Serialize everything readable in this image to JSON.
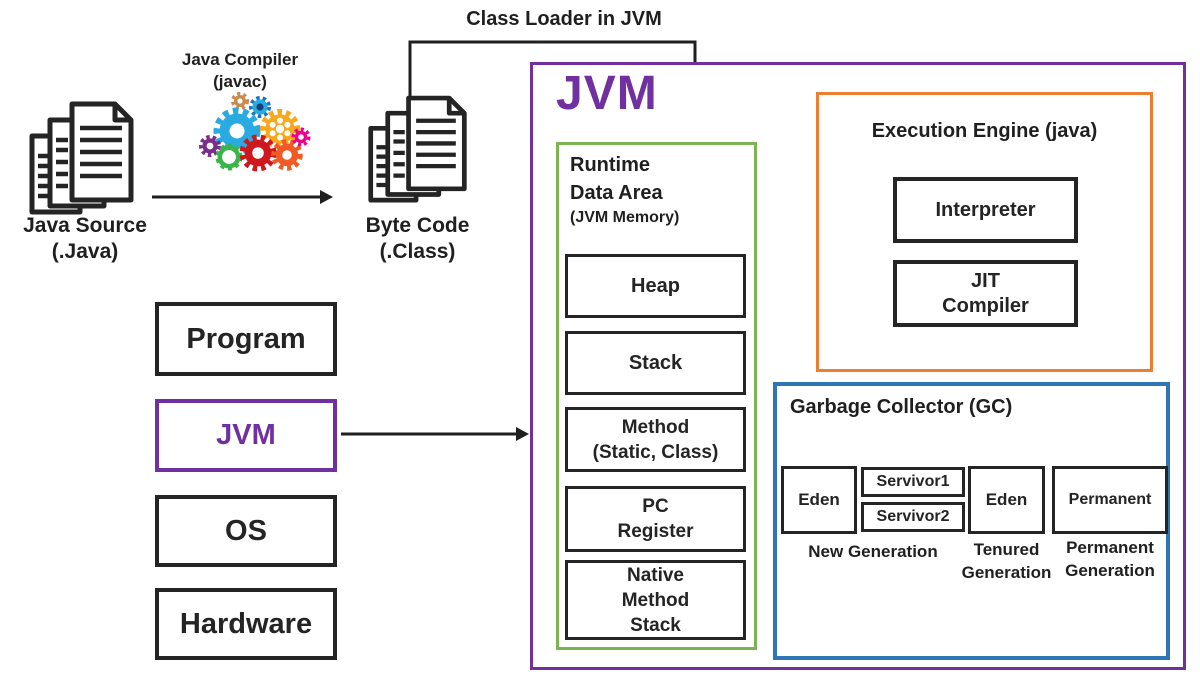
{
  "colors": {
    "purple": "#7030A0",
    "green": "#7CB454",
    "orange": "#ED7D31",
    "blue": "#2E75B6",
    "ink": "#1f1f1f"
  },
  "class_loader": {
    "label": "Class Loader in JVM"
  },
  "pipeline": {
    "java_source": {
      "name": "Java Source",
      "ext": "(.Java)"
    },
    "compiler": {
      "name": "Java Compiler",
      "ext": "(javac)"
    },
    "byte_code": {
      "name": "Byte Code",
      "ext": "(.Class)"
    }
  },
  "layers": {
    "items": [
      {
        "label": "Program"
      },
      {
        "label": "JVM"
      },
      {
        "label": "OS"
      },
      {
        "label": "Hardware"
      }
    ]
  },
  "jvm_container": {
    "title": "JVM",
    "runtime_data_area": {
      "title": "Runtime\nData Area",
      "subtitle": "(JVM Memory)",
      "boxes": [
        {
          "label": "Heap"
        },
        {
          "label": "Stack"
        },
        {
          "label": "Method\n(Static, Class)"
        },
        {
          "label": "PC\nRegister"
        },
        {
          "label": "Native\nMethod\nStack"
        }
      ]
    },
    "execution_engine": {
      "title": "Execution Engine (java)",
      "boxes": [
        {
          "label": "Interpreter"
        },
        {
          "label": "JIT\nCompiler"
        }
      ]
    },
    "garbage_collector": {
      "title": "Garbage Collector (GC)",
      "cells": [
        {
          "label": "Eden"
        },
        {
          "label": "Servivor1"
        },
        {
          "label": "Servivor2"
        },
        {
          "label": "Eden"
        },
        {
          "label": "Permanent"
        }
      ],
      "generation_labels": [
        {
          "label": "New Generation"
        },
        {
          "label": "Tenured\nGeneration"
        },
        {
          "label": "Permanent\nGeneration"
        }
      ]
    }
  }
}
